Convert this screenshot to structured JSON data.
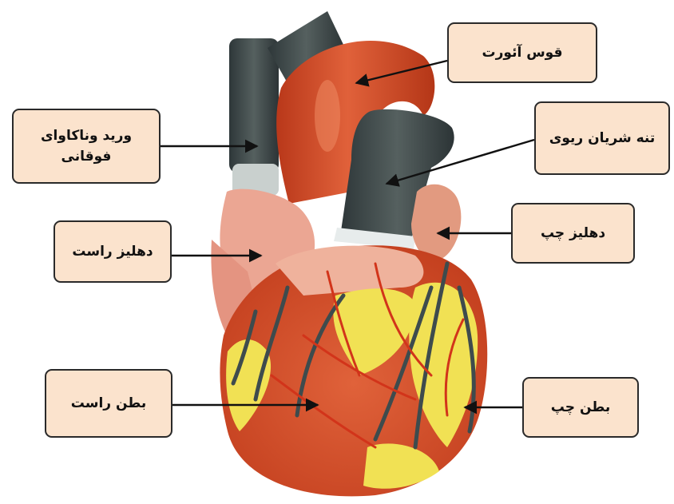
{
  "diagram": {
    "labels": {
      "aortic_arch": "قوس آئورت",
      "superior_vena_cava": "ورید وناکاوای فوقانی",
      "pulmonary_trunk": "تنه شریان ریوی",
      "right_atrium": "دهلیز راست",
      "left_atrium": "دهلیز چپ",
      "right_ventricle": "بطن راست",
      "left_ventricle": "بطن چپ"
    },
    "colors": {
      "label_fill": "#fbe3cd",
      "label_border": "#2a2a2a",
      "arrow": "#111111",
      "aorta_red": "#cf4a22",
      "vessel_gray": "#3f4a4d",
      "atrium_pink": "#e9a08c",
      "ventricle_red": "#d8502c",
      "fat_yellow": "#f1e154"
    }
  }
}
